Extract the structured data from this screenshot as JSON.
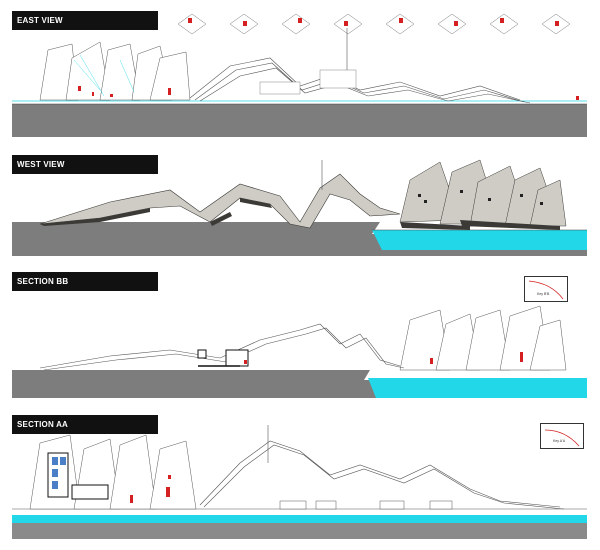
{
  "views": [
    {
      "id": "east",
      "title": "EAST VIEW"
    },
    {
      "id": "west",
      "title": "WEST VIEW"
    },
    {
      "id": "section-bb",
      "title": "SECTION BB",
      "key_plan_caption": "Key B'B"
    },
    {
      "id": "section-aa",
      "title": "SECTION AA",
      "key_plan_caption": "Key A'A"
    }
  ],
  "colors": {
    "ground": "#8a8a8a",
    "ground_dark": "#6f6f6f",
    "water": "#22d8e8",
    "facade": "#cfccc6",
    "facade_shadow": "#3b3a36",
    "accent_red": "#d42020",
    "line": "#555555",
    "label_bg": "#111111"
  },
  "thumbnail_count": 8
}
